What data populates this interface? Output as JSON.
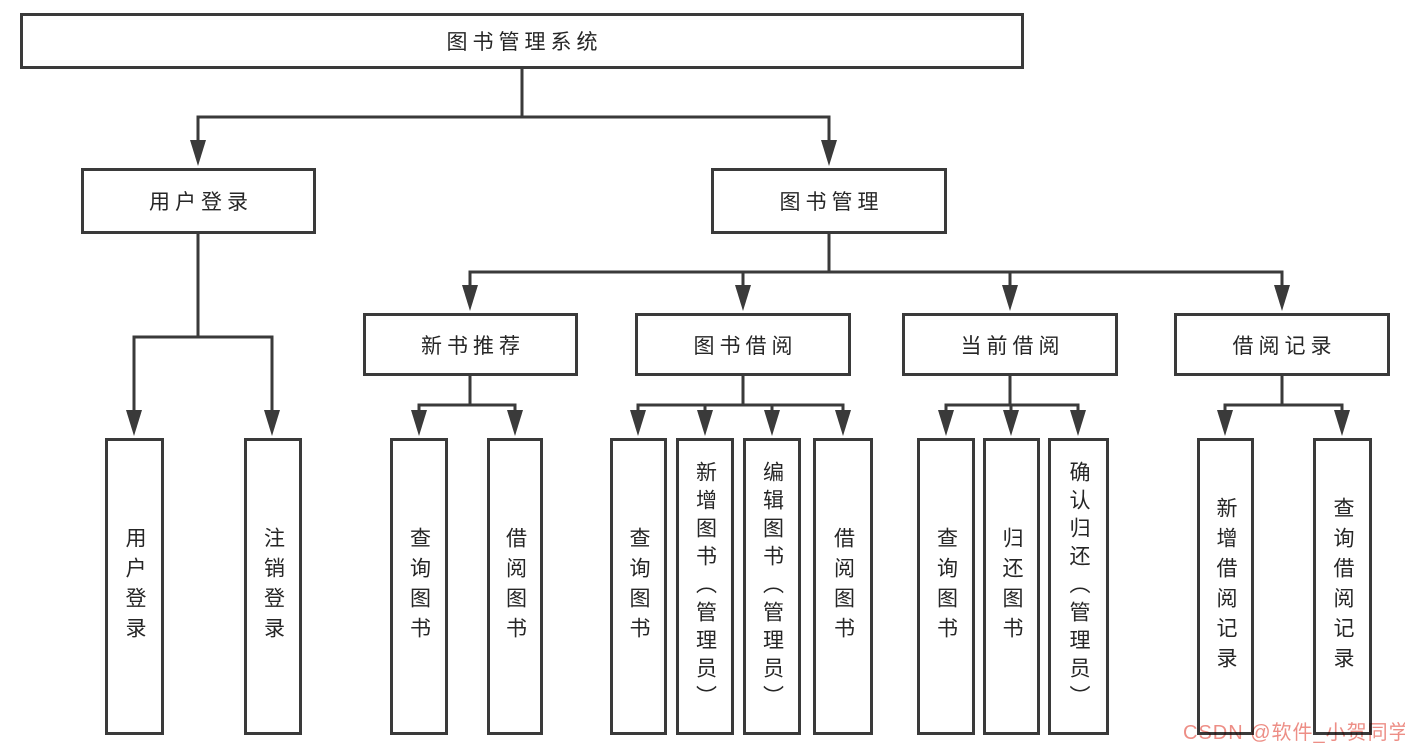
{
  "diagram": {
    "root": {
      "label": "图书管理系统"
    },
    "branches": [
      {
        "label": "用户登录",
        "children": [
          {
            "label": "用户登录"
          },
          {
            "label": "注销登录"
          }
        ]
      },
      {
        "label": "图书管理",
        "children": [
          {
            "label": "新书推荐",
            "children": [
              {
                "label": "查询图书"
              },
              {
                "label": "借阅图书"
              }
            ]
          },
          {
            "label": "图书借阅",
            "children": [
              {
                "label": "查询图书"
              },
              {
                "label": "新增图书（管理员）"
              },
              {
                "label": "编辑图书（管理员）"
              },
              {
                "label": "借阅图书"
              }
            ]
          },
          {
            "label": "当前借阅",
            "children": [
              {
                "label": "查询图书"
              },
              {
                "label": "归还图书"
              },
              {
                "label": "确认归还（管理员）"
              }
            ]
          },
          {
            "label": "借阅记录",
            "children": [
              {
                "label": "新增借阅记录"
              },
              {
                "label": "查询借阅记录"
              }
            ]
          }
        ]
      }
    ]
  },
  "watermark": {
    "text": "CSDN @软件_小贺同学"
  },
  "colors": {
    "line": "#3a3a3a",
    "box_border": "#3a3a3a",
    "text": "#262626",
    "watermark": "#e86e64",
    "background": "#ffffff"
  }
}
